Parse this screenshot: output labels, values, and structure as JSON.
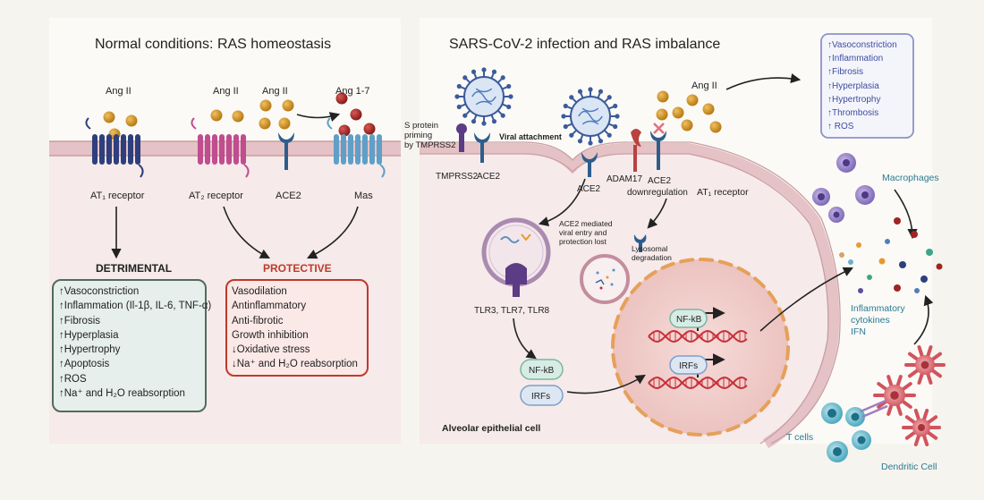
{
  "left": {
    "title": "Normal conditions: RAS homeostasis",
    "ang_ii": "Ang II",
    "ang_1_7": "Ang 1-7",
    "at1_receptor": "AT₁ receptor",
    "at2_receptor": "AT₂ receptor",
    "ace2": "ACE2",
    "mas": "Mas",
    "detrimental_title": "DETRIMENTAL",
    "detrimental_items": [
      "↑Vasoconstriction",
      "↑Inflammation (Il-1β, IL-6, TNF-α)",
      "↑Fibrosis",
      "↑Hyperplasia",
      "↑Hypertrophy",
      "↑Apoptosis",
      "↑ROS",
      "↑Na⁺ and H₂O reabsorption"
    ],
    "protective_title": "PROTECTIVE",
    "protective_items": [
      "Vasodilation",
      "Antinflammatory",
      "Anti-fibrotic",
      "Growth inhibition",
      "↓Oxidative stress",
      "↓Na⁺ and H₂O reabsorption"
    ]
  },
  "right": {
    "title": "SARS-CoV-2 infection and RAS imbalance",
    "s_protein_priming": [
      "S protein",
      "priming",
      "by TMPRSS2"
    ],
    "viral_attachment": "Viral attachment",
    "tmprss2": "TMPRSS2",
    "ace2": "ACE2",
    "ace2_b": "ACE2",
    "adam17": "ADAM17",
    "ace2_c": "ACE2",
    "downregulation": "downregulation",
    "at1_receptor": "AT₁ receptor",
    "ang_ii": "Ang II",
    "ace2_mediated": [
      "ACE2 mediated",
      "viral entry and",
      "protection lost"
    ],
    "lysosomal": [
      "Lysosomal",
      "degradation"
    ],
    "tlrs": "TLR3, TLR7, TLR8",
    "nfkb": "NF-kB",
    "irfs": "IRFs",
    "nuc_nfkb": "NF-kB",
    "nuc_irfs": "IRFs",
    "cell_label": "Alveolar epithelial cell",
    "effects": [
      "↑Vasoconstriction",
      "↑Inflammation",
      "↑Fibrosis",
      "↑Hyperplasia",
      "↑Hypertrophy",
      "↑Thrombosis",
      "↑ ROS"
    ],
    "macrophages": "Macrophages",
    "cytokines": [
      "Inflammatory",
      "cytokines",
      "IFN"
    ],
    "t_cells": "T cells",
    "dendritic": "Dendritic Cell"
  },
  "colors": {
    "panel_bg": "#f6eaea",
    "membrane": "#e4c2c5",
    "at1": "#2e3f7d",
    "at2": "#c04d8f",
    "mas": "#5f9fc8",
    "ang_ii_ball": "#c88a1e",
    "ang_17_ball": "#9e2523",
    "detrimental_border": "#516b5e",
    "detrimental_fill": "#e6efeb",
    "protective_border": "#c0392b",
    "protective_fill": "#fbe9e7",
    "protective_text": "#c0392b",
    "effects_border": "#8d93c6",
    "effects_text": "#3e4da0",
    "teal_text": "#2b7a92",
    "dna": "#c8303a"
  }
}
